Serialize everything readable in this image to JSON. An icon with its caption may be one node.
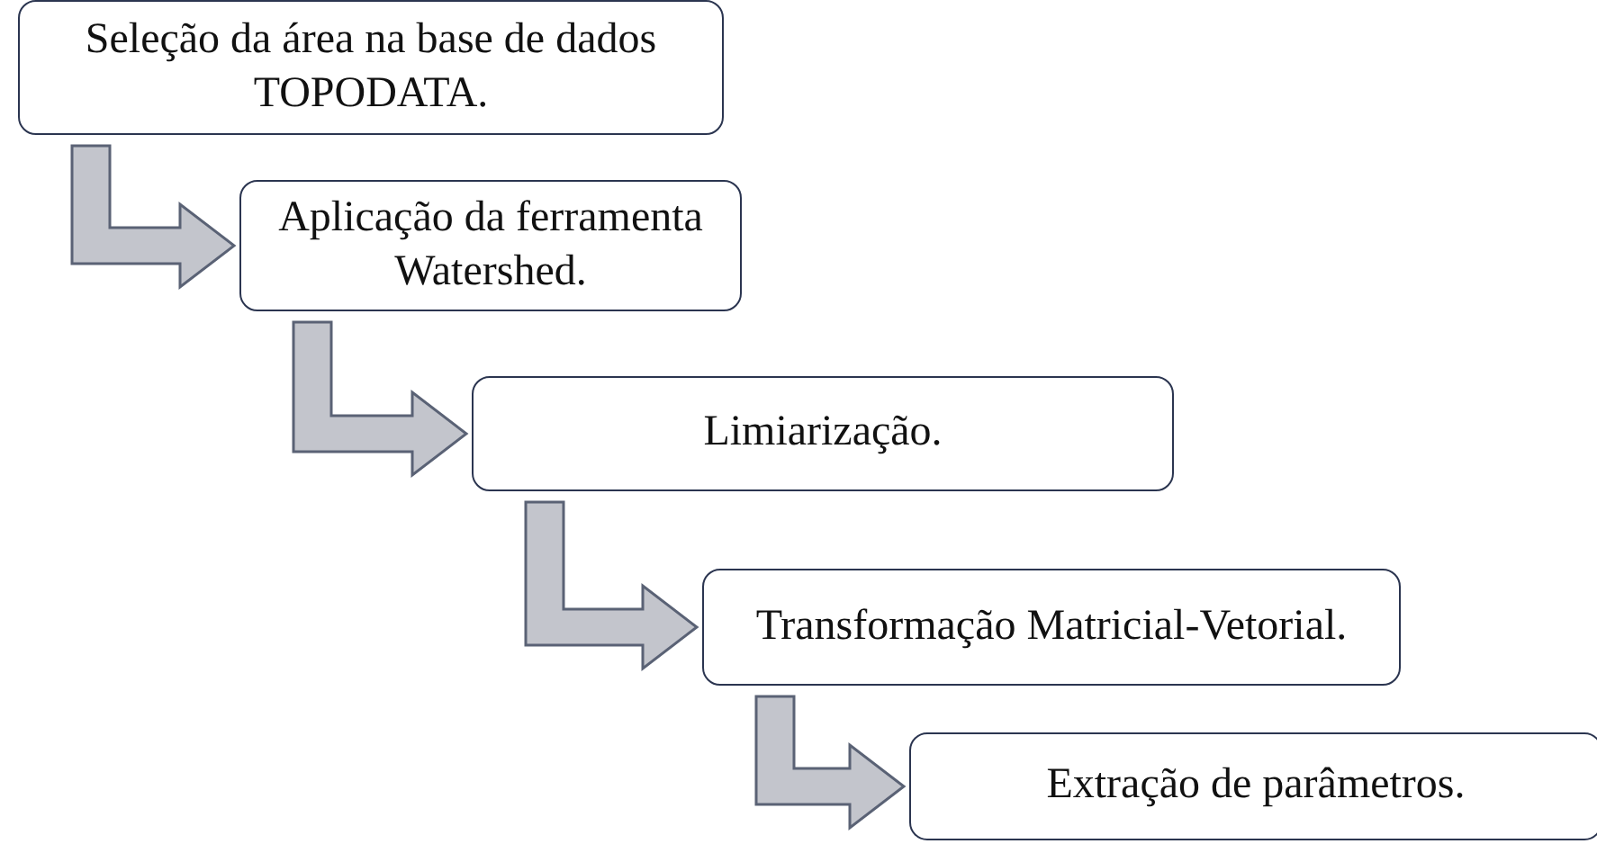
{
  "diagram": {
    "nodes": [
      {
        "text": [
          "Seleção da área na base de dados TOPODATA."
        ]
      },
      {
        "text": [
          "Aplicação da ferramenta Watershed."
        ]
      },
      {
        "text": [
          "Limiarização."
        ]
      },
      {
        "text": [
          "Transformação Matricial-Vetorial."
        ]
      },
      {
        "text": [
          "Extração de parâmetros."
        ]
      }
    ],
    "edges": [
      {
        "from": 0,
        "to": 1,
        "arrow": "to"
      },
      {
        "from": 1,
        "to": 2,
        "arrow": "to"
      },
      {
        "from": 2,
        "to": 3,
        "arrow": "to"
      },
      {
        "from": 3,
        "to": 4,
        "arrow": "to"
      }
    ]
  }
}
